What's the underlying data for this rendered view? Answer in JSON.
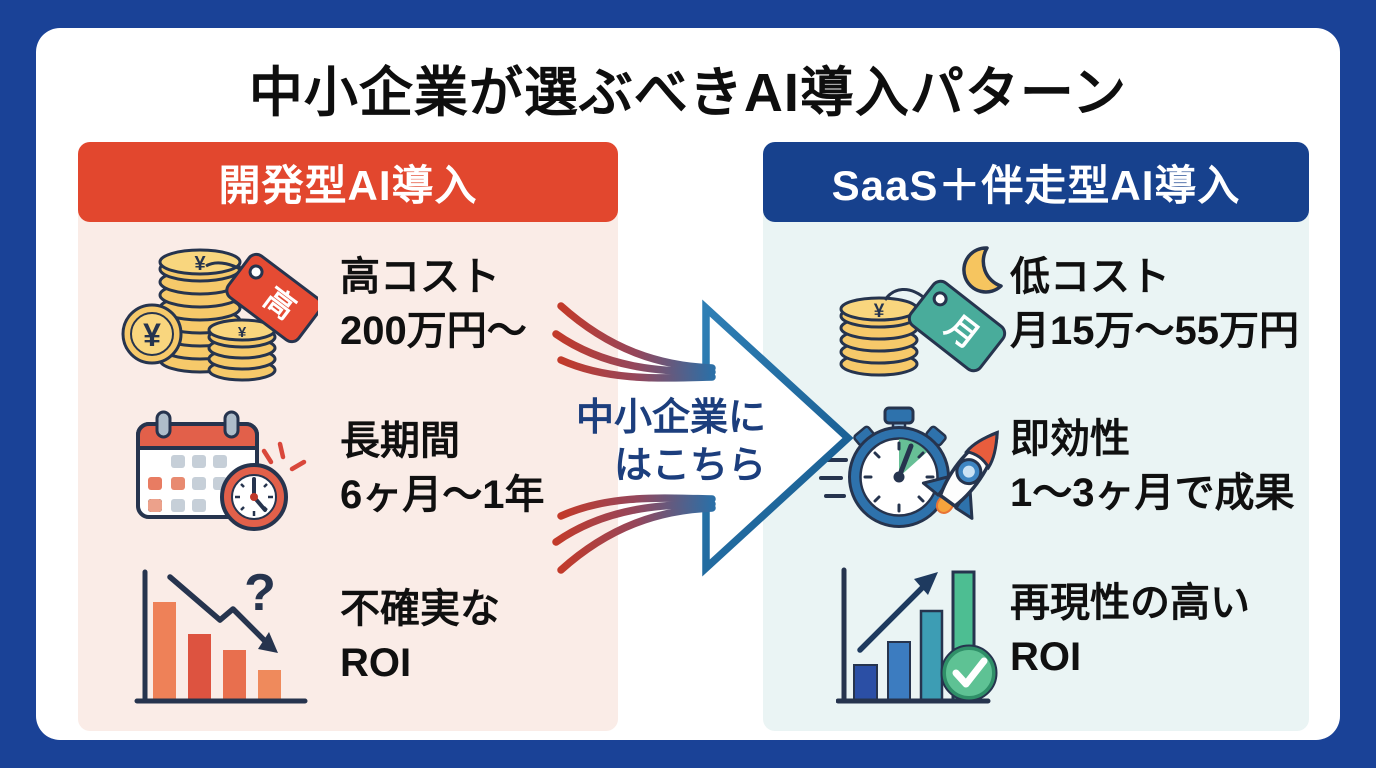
{
  "page": {
    "title": "中小企業が選ぶべきAI導入パターン"
  },
  "left_panel": {
    "header": "開発型AI導入",
    "items": [
      {
        "line1": "高コスト",
        "line2": "200万円〜"
      },
      {
        "line1": "長期間",
        "line2": "6ヶ月〜1年"
      },
      {
        "line1": "不確実な",
        "line2": "ROI"
      }
    ]
  },
  "right_panel": {
    "header": "SaaS＋伴走型AI導入",
    "items": [
      {
        "line1": "低コスト",
        "line2": "月15万〜55万円"
      },
      {
        "line1": "即効性",
        "line2": "1〜3ヶ月で成果"
      },
      {
        "line1": "再現性の高い",
        "line2": "ROI"
      }
    ]
  },
  "center_callout": {
    "line1": "中小企業に",
    "line2": "はこちら"
  },
  "icons": {
    "yen_symbol": "¥",
    "high_tag_label": "高",
    "monthly_tag_label": "月",
    "uncertainty_mark": "?"
  },
  "colors": {
    "frame_blue": "#1A4297",
    "dev_red": "#E2472E",
    "saas_blue": "#17418D",
    "left_panel_bg": "#FAECE7",
    "right_panel_bg": "#EAF4F4",
    "callout_navy": "#1C3E7D",
    "swoosh_red": "#C23A2A",
    "swoosh_blue": "#2C6FA6",
    "icon_outline_navy": "#26344E"
  }
}
